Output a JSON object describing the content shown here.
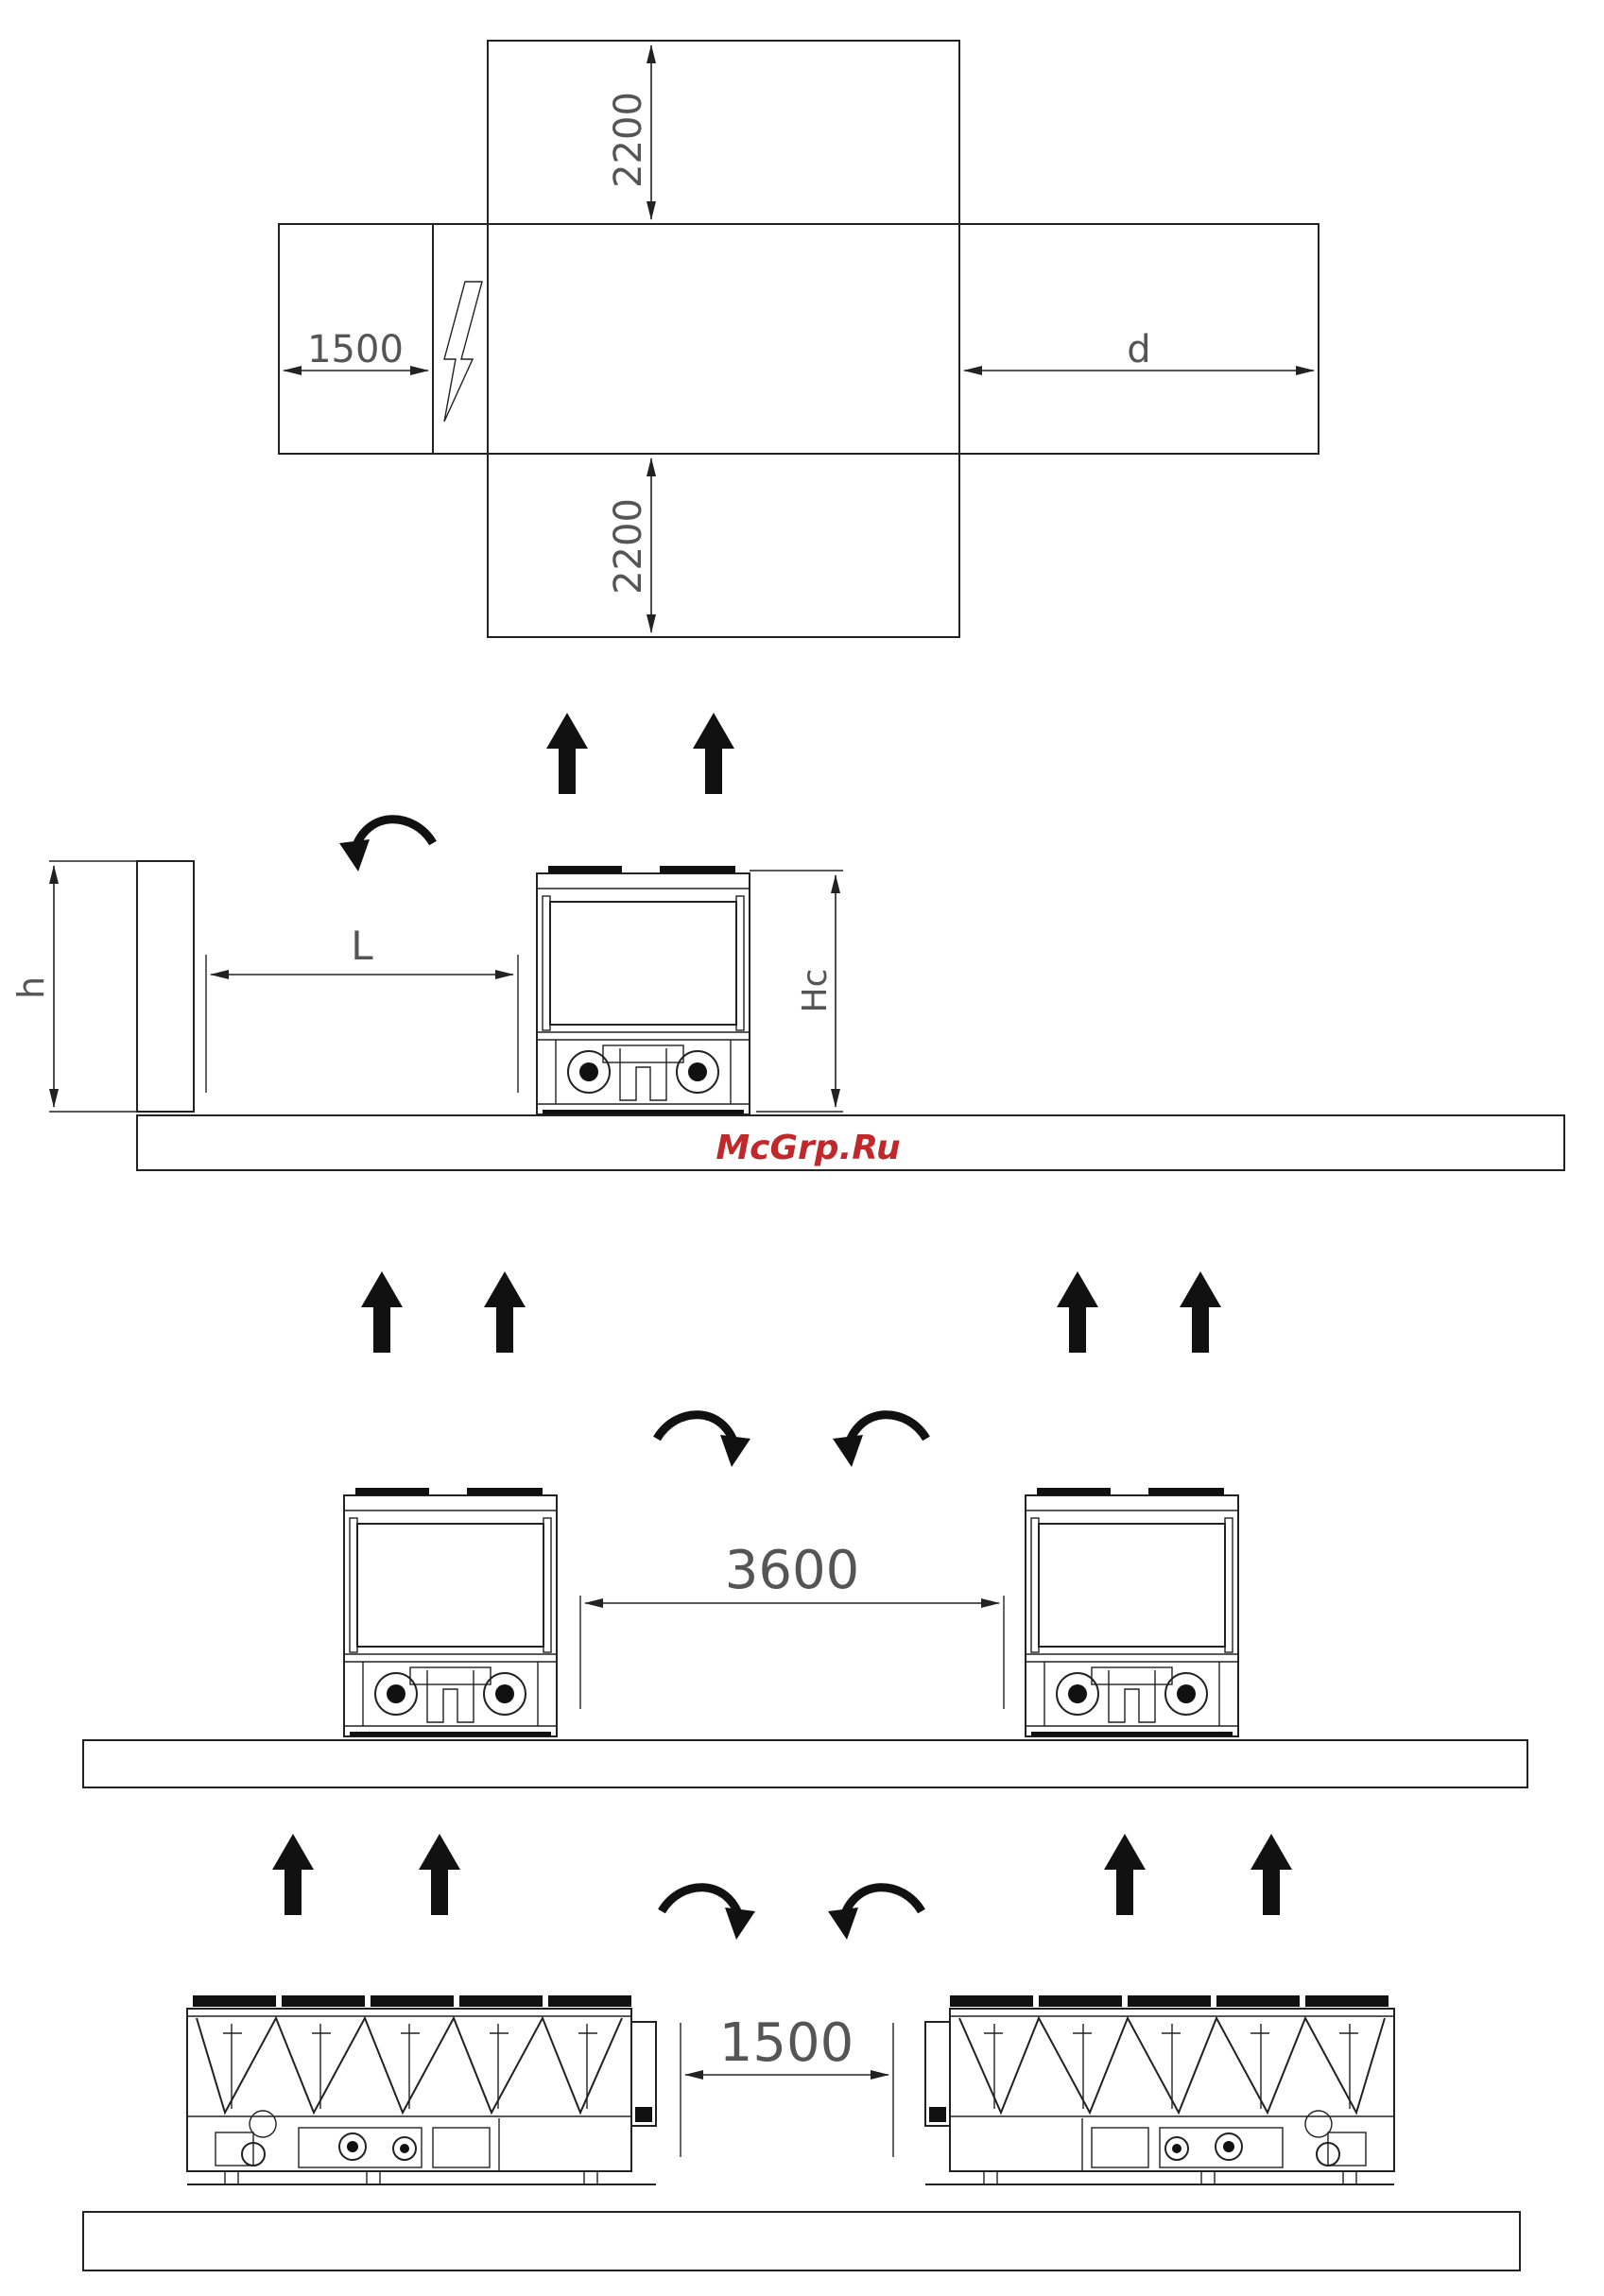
{
  "plan_view": {
    "top_clearance": "2200",
    "bottom_clearance": "2200",
    "left_clearance": "1500",
    "right_clearance": "d"
  },
  "wall_view": {
    "wall_height": "h",
    "distance": "L",
    "unit_height": "Hc"
  },
  "watermark": "McGrp.Ru",
  "pair_view_1": {
    "spacing": "3600"
  },
  "pair_view_2": {
    "spacing": "1500"
  },
  "icons": {
    "airflow": "up-arrow-icon",
    "recirculation": "curved-arrow-icon",
    "electrical": "lightning-icon"
  }
}
